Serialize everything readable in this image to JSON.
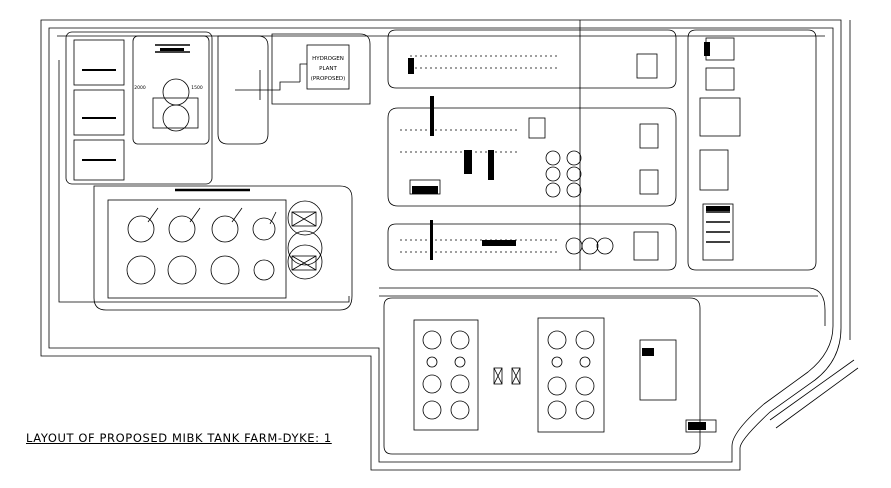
{
  "drawing": {
    "title": "LAYOUT OF PROPOSED MIBK TANK FARM-DYKE: 1",
    "hydrogen_plant_label": [
      "HYDROGEN",
      "PLANT",
      "(PROPOSED)"
    ],
    "dim_left": "2000",
    "dim_right": "1500",
    "colors": {
      "line": "#000000",
      "background": "#ffffff"
    }
  }
}
